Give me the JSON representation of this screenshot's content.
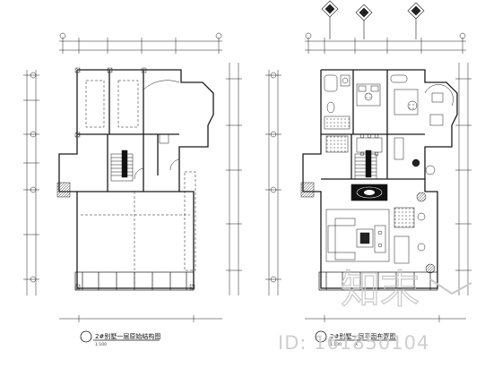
{
  "drawing": {
    "left_title": "2#别墅一层原始结构图",
    "left_scale": "1:100",
    "right_title": "2#别墅一层平面布置图",
    "right_scale": "1:100",
    "right_tag": "X"
  },
  "watermark": {
    "logo_text": "知末",
    "id_text": "ID: 161850104"
  },
  "colors": {
    "line": "#1a1a1a",
    "hatch": "#222222",
    "watermark": "#c8c8c8",
    "background": "#ffffff"
  }
}
